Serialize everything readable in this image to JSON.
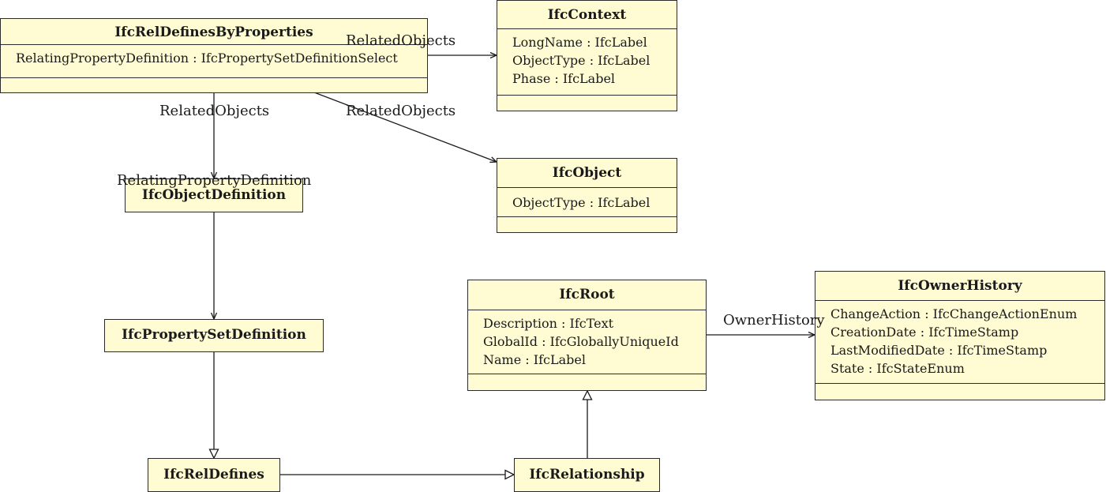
{
  "classes": {
    "rel_defines_by_properties": {
      "name": "IfcRelDefinesByProperties",
      "attributes": [
        "RelatingPropertyDefinition : IfcPropertySetDefinitionSelect"
      ]
    },
    "context": {
      "name": "IfcContext",
      "attributes": [
        "LongName : IfcLabel",
        "ObjectType : IfcLabel",
        "Phase : IfcLabel"
      ]
    },
    "object": {
      "name": "IfcObject",
      "attributes": [
        "ObjectType : IfcLabel"
      ]
    },
    "object_definition": {
      "name": "IfcObjectDefinition"
    },
    "property_set_definition": {
      "name": "IfcPropertySetDefinition"
    },
    "root": {
      "name": "IfcRoot",
      "attributes": [
        "Description : IfcText",
        "GlobalId : IfcGloballyUniqueId",
        "Name : IfcLabel"
      ]
    },
    "owner_history": {
      "name": "IfcOwnerHistory",
      "attributes": [
        "ChangeAction : IfcChangeActionEnum",
        "CreationDate : IfcTimeStamp",
        "LastModifiedDate : IfcTimeStamp",
        "State : IfcStateEnum"
      ]
    },
    "rel_defines": {
      "name": "IfcRelDefines"
    },
    "relationship": {
      "name": "IfcRelationship"
    }
  },
  "associations": {
    "to_context": "RelatedObjects",
    "to_object_definition": "RelatedObjects",
    "to_object": "RelatedObjects",
    "relating_property_definition": "RelatingPropertyDefinition",
    "owner_history": "OwnerHistory"
  }
}
